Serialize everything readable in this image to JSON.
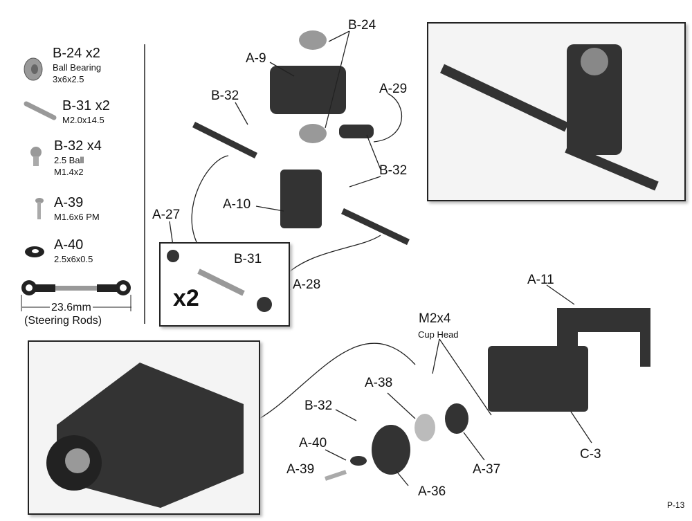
{
  "parts_list": [
    {
      "code": "B-24  x2",
      "desc": [
        "Ball Bearing",
        "3x6x2.5"
      ],
      "icon": "ball-bearing-icon"
    },
    {
      "code": "B-31  x2",
      "desc": [
        "M2.0x14.5"
      ],
      "icon": "pin-icon"
    },
    {
      "code": "B-32  x4",
      "desc": [
        "2.5 Ball",
        "M1.4x2"
      ],
      "icon": "ball-stud-icon"
    },
    {
      "code": "A-39",
      "desc": [
        "M1.6x6 PM"
      ],
      "icon": "screw-icon"
    },
    {
      "code": "A-40",
      "desc": [
        "2.5x6x0.5"
      ],
      "icon": "washer-icon"
    }
  ],
  "steering_rod": {
    "length": "23.6mm",
    "caption": "(Steering Rods)"
  },
  "labels": {
    "b24_top": "B-24",
    "a9": "A-9",
    "b32_left": "B-32",
    "a29": "A-29",
    "b32_right": "B-32",
    "a10": "A-10",
    "a27": "A-27",
    "b31": "B-31",
    "a28": "A-28",
    "x2": "x2",
    "a11": "A-11",
    "m2x4": "M2x4",
    "cup_head": "Cup Head",
    "a38": "A-38",
    "b32_bottom": "B-32",
    "a40": "A-40",
    "a39": "A-39",
    "a36": "A-36",
    "a37": "A-37",
    "c3": "C-3"
  },
  "page_number": "P-13"
}
